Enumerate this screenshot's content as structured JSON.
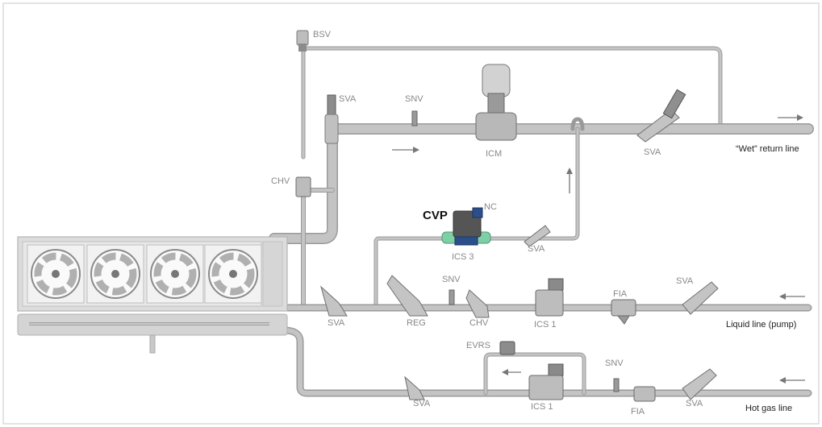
{
  "labels": {
    "bsv": "BSV",
    "sva_top": "SVA",
    "snv_top": "SNV",
    "icm": "ICM",
    "sva_return": "SVA",
    "wet_return_line": "“Wet” return line",
    "chv_left": "CHV",
    "cvp": "CVP",
    "nc": "NC",
    "ics3": "ICS 3",
    "sva_mid": "SVA",
    "snv_mid": "SNV",
    "sva_liquid_left": "SVA",
    "reg": "REG",
    "chv_liquid": "CHV",
    "ics1_liquid": "ICS 1",
    "fia_liquid": "FIA",
    "sva_liquid_right": "SVA",
    "liquid_line": "Liquid line (pump)",
    "evrs": "EVRS",
    "snv_hotgas": "SNV",
    "sva_hotgas_left": "SVA",
    "ics1_hotgas": "ICS 1",
    "fia_hotgas": "FIA",
    "sva_hotgas_right": "SVA",
    "hot_gas_line": "Hot gas line"
  },
  "colors": {
    "pipe": "#c4c4c4",
    "pipe_edge": "#9a9a9a",
    "valve_dark": "#555555",
    "valve_body": "#bcbcbc",
    "valve_blue": "#2b4f8a",
    "valve_green": "#7fcfa6",
    "label": "#888888",
    "label_dark": "#222222"
  }
}
